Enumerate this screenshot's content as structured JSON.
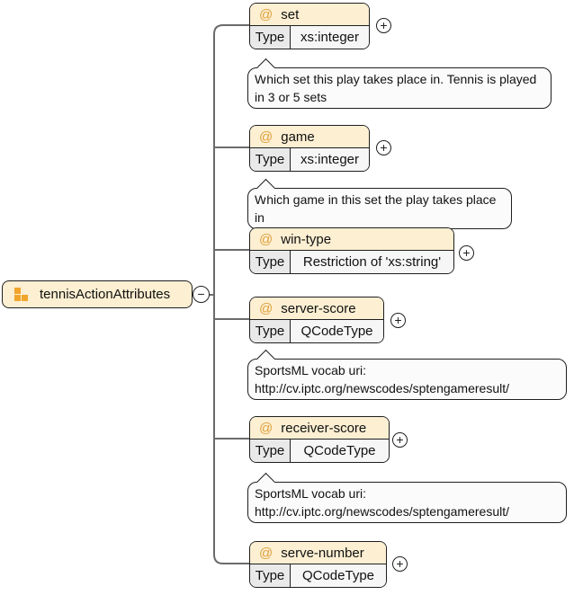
{
  "labels": {
    "at": "@",
    "type_cell": "Type",
    "expand": "+",
    "collapse": "−"
  },
  "root": {
    "label": "tennisActionAttributes"
  },
  "attrs": [
    {
      "name": "set",
      "type": "xs:integer",
      "annotation": "Which set this play takes place in. Tennis is played\nin 3 or 5 sets"
    },
    {
      "name": "game",
      "type": "xs:integer",
      "annotation": "Which game in this set the play takes place in"
    },
    {
      "name": "win-type",
      "type": "Restriction of 'xs:string'"
    },
    {
      "name": "server-score",
      "type": "QCodeType",
      "annotation": "SportsML vocab uri:\nhttp://cv.iptc.org/newscodes/sptengameresult/"
    },
    {
      "name": "receiver-score",
      "type": "QCodeType",
      "annotation": "SportsML vocab uri:\nhttp://cv.iptc.org/newscodes/sptengameresult/"
    },
    {
      "name": "serve-number",
      "type": "QCodeType"
    }
  ],
  "colors": {
    "node_header_fill": "#FCEFD2",
    "icon_orange": "#F1A52B",
    "at_orange": "#DFA03C",
    "type_cell_fill": "#E9E9E9",
    "type_value_fill": "#F6F6F6",
    "annotation_fill": "#FBFBFB",
    "border": "#1F1F1F",
    "connector": "#6B6B6B"
  }
}
